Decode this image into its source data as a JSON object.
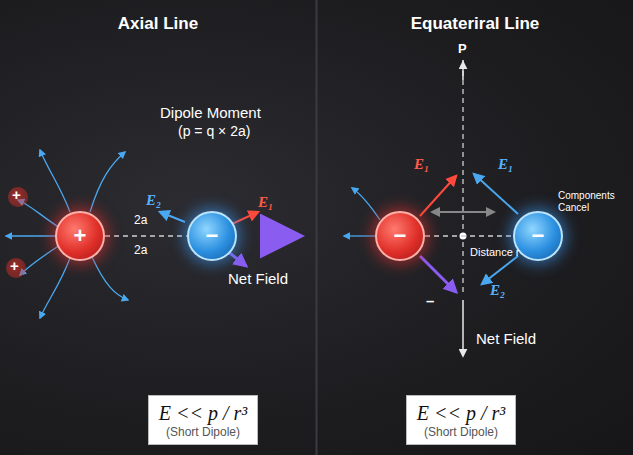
{
  "diagram": {
    "nodes": [
      {
        "text": [
          "+"
        ]
      },
      {
        "text": [
          "−"
        ]
      },
      {
        "text": [
          "−"
        ]
      },
      {
        "text": [
          "−"
        ]
      },
      {
        "text": [
          "E << p / r³",
          "(Short Dipole)"
        ]
      },
      {
        "text": [
          "E << p / r³",
          "(Short Dipole)"
        ]
      }
    ],
    "edges": [
      {
        "from": 0,
        "to": 1,
        "arrow": "none"
      },
      {
        "from": 2,
        "to": 3,
        "arrow": "none"
      }
    ],
    "labels": [
      "Axial Line",
      "Equateriral Line",
      "+",
      "+",
      "Dipole Moment",
      "(p = q × 2a)",
      "E₂",
      "E₁",
      "2a",
      "2a",
      "Net Field",
      "P",
      "E₁",
      "E₁",
      "Components Cancel",
      "Distance r",
      "E₂",
      "–",
      "Net Field"
    ]
  }
}
